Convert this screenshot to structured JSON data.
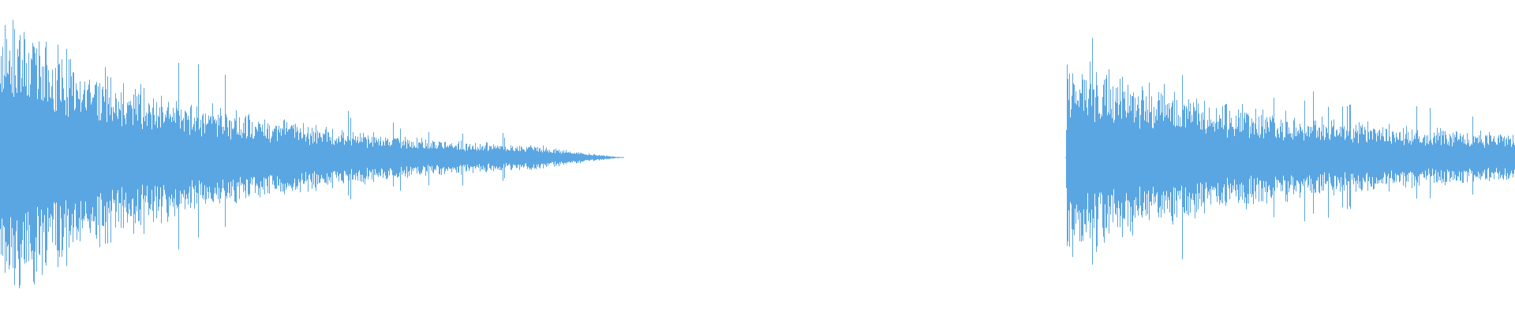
{
  "waveform": {
    "color": "#5aa6e2",
    "background": "#ffffff",
    "segments": [
      {
        "start_fraction": 0.0,
        "end_fraction": 0.412,
        "peak_amplitude": 0.44,
        "decay": "exponential",
        "tail_amplitude": 0.01
      },
      {
        "start_fraction": 0.703,
        "end_fraction": 1.0,
        "peak_amplitude": 0.31,
        "decay": "slow",
        "tail_amplitude": 0.05
      }
    ]
  }
}
